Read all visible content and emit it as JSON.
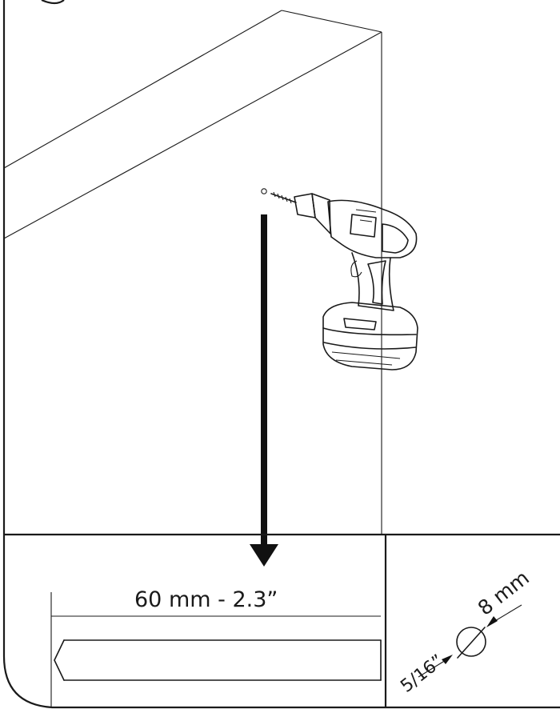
{
  "diagram": {
    "depth_label": "60 mm - 2.3”",
    "metric_diameter": "8 mm",
    "imperial_diameter": "5/16”",
    "icons": [
      "drill-icon",
      "drill-direction-arrow-icon",
      "diameter-symbol-icon"
    ]
  }
}
